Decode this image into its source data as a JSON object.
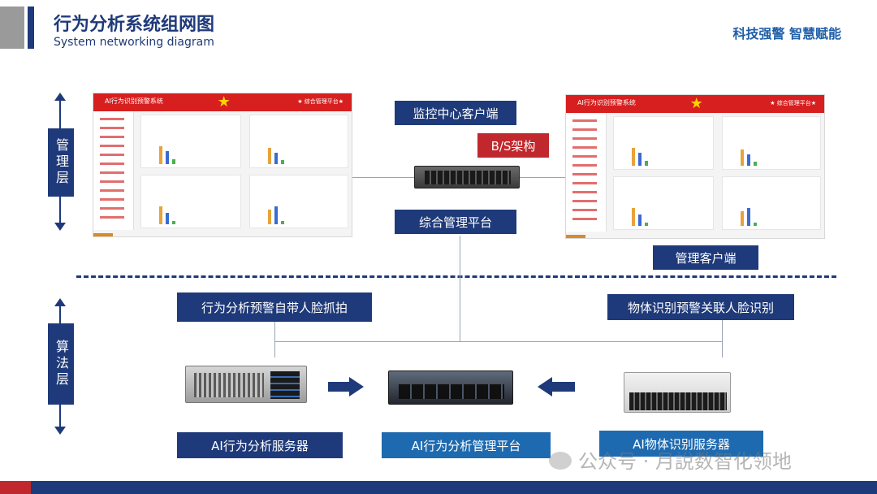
{
  "header": {
    "title": "行为分析系统组网图",
    "subtitle": "System networking diagram",
    "slogan": "科技强警  智慧赋能"
  },
  "layers": {
    "management": "管理层",
    "algorithm": "算法层"
  },
  "screens": {
    "left": {
      "app_name": "AI行为识别预警系统",
      "badge": "★ 综合管理平台★"
    },
    "right": {
      "app_name": "AI行为识别预警系统",
      "badge": "★ 综合管理平台★"
    }
  },
  "labels": {
    "monitor_client": "监控中心客户端",
    "bs_architecture": "B/S架构",
    "integrated_platform": "综合管理平台",
    "management_client": "管理客户端",
    "behavior_capture": "行为分析预警自带人脸抓拍",
    "object_recognition_link": "物体识别预警关联人脸识别",
    "ai_behavior_server": "AI行为分析服务器",
    "ai_behavior_platform": "AI行为分析管理平台",
    "ai_object_server": "AI物体识别服务器"
  },
  "watermark": "公众号 · 月說数智化领地",
  "colors": {
    "navy": "#1f3a7a",
    "red": "#c0282d",
    "light_blue": "#1e6ab0"
  }
}
